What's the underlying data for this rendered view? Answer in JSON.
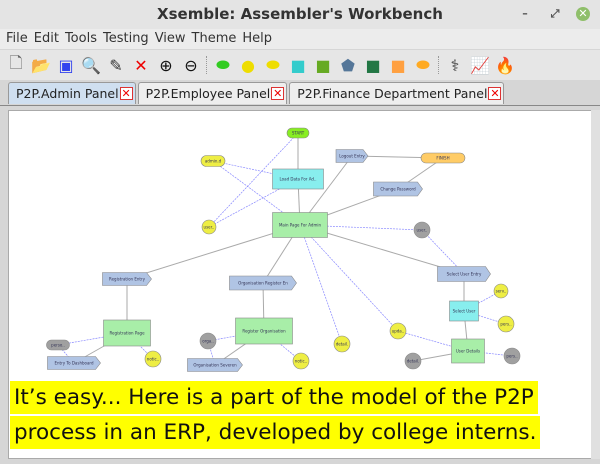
{
  "window": {
    "title": "Xsemble: Assembler's Workbench"
  },
  "menu": [
    "File",
    "Edit",
    "Tools",
    "Testing",
    "View",
    "Theme",
    "Help"
  ],
  "toolbar": [
    {
      "icon": "new-file-icon",
      "glyph": "🗋",
      "color": "#666"
    },
    {
      "icon": "open-folder-icon",
      "glyph": "📂",
      "color": "#e8c000"
    },
    {
      "icon": "save-icon",
      "glyph": "▣",
      "color": "#3344ee"
    },
    {
      "icon": "search-icon",
      "glyph": "🔍",
      "color": "#3b7fd0"
    },
    {
      "icon": "pencil-icon",
      "glyph": "✎",
      "color": "#333"
    },
    {
      "icon": "delete-icon",
      "glyph": "✕",
      "color": "#e00"
    },
    {
      "icon": "zoom-in-icon",
      "glyph": "⊕",
      "color": "#111"
    },
    {
      "icon": "zoom-out-icon",
      "glyph": "⊖",
      "color": "#111"
    },
    {
      "sep": true
    },
    {
      "icon": "add-start-icon",
      "glyph": "⬬",
      "color": "#33cc22"
    },
    {
      "icon": "add-data-icon",
      "glyph": "●",
      "color": "#eedd00"
    },
    {
      "icon": "add-data-group-icon",
      "glyph": "⬬",
      "color": "#eedd00"
    },
    {
      "icon": "add-process-icon",
      "glyph": "■",
      "color": "#33cccc"
    },
    {
      "icon": "add-page-icon",
      "glyph": "■",
      "color": "#66aa22"
    },
    {
      "icon": "add-entry-icon",
      "glyph": "⬟",
      "color": "#557799"
    },
    {
      "icon": "add-board-icon",
      "glyph": "■",
      "color": "#227744"
    },
    {
      "icon": "add-stack-icon",
      "glyph": "■",
      "color": "#ffa040"
    },
    {
      "icon": "add-finish-icon",
      "glyph": "⬬",
      "color": "#ffaa22"
    },
    {
      "sep": true
    },
    {
      "icon": "stethoscope-icon",
      "glyph": "⚕",
      "color": "#333"
    },
    {
      "icon": "chart-icon",
      "glyph": "📈",
      "color": "#6688aa"
    },
    {
      "icon": "fire-icon",
      "glyph": "🔥",
      "color": "#ff5500"
    }
  ],
  "tabs": [
    {
      "label": "P2P.Admin Panel",
      "active": true
    },
    {
      "label": "P2P.Employee Panel",
      "active": false
    },
    {
      "label": "P2P.Finance Department Panel",
      "active": false
    }
  ],
  "nodes": {
    "start": "START",
    "finish": "FINISH",
    "admin_d": "admin.d",
    "load_data": "Load Data For Ad..",
    "user1": "user..",
    "main_page": "Main Page For Admin",
    "logout": "Logout Entry",
    "change_pw": "Change Password",
    "user2": "user..",
    "reg_entry": "Registration Entry",
    "org_reg_entry": "Organisation Register En",
    "select_user_entry": "Select User Entry",
    "serv": "serv..",
    "select_user": "Select User",
    "pers1": "pers..",
    "upda": "upda..",
    "detail1": "detail.",
    "user_details": "User Details",
    "pers2": "pers..",
    "detail2": "detail.",
    "reg_page": "Registration Page",
    "perso": "perso..",
    "register_org": "Register Organisation",
    "orga": "orga..",
    "org_sev": "Organisation Severen",
    "entry_to": "Entry To Dashboard",
    "notic1": "notic..",
    "notic2": "notic.."
  },
  "caption": {
    "line1": "It’s easy... Here is a part of the model of the P2P",
    "line2": "process in an ERP, developed by college interns."
  },
  "colors": {
    "page": "#a8eea8",
    "process": "#88eeee",
    "entry": "#b0c4e4",
    "data": "#eeee44",
    "grey": "#a0a0a0",
    "start": "#88ee22",
    "finish": "#ffcc66",
    "caption_bg": "#ffff00"
  }
}
